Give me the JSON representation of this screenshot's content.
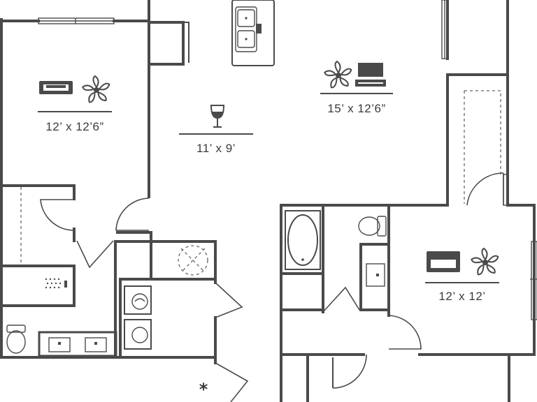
{
  "rooms": [
    {
      "id": "bedroom-1",
      "dims": "12’ x 12’6”",
      "icons": [
        "bed-icon",
        "ceiling-fan-icon"
      ]
    },
    {
      "id": "dining",
      "dims": "11’ x 9’",
      "icons": [
        "wine-glass-icon"
      ]
    },
    {
      "id": "living",
      "dims": "15’ x 12’6”",
      "icons": [
        "ceiling-fan-icon",
        "tv-icon"
      ]
    },
    {
      "id": "bedroom-2",
      "dims": "12’ x 12’",
      "icons": [
        "bed-icon",
        "ceiling-fan-icon"
      ]
    }
  ],
  "entry_marker": "*",
  "colors": {
    "wall": "#4a4a4a",
    "background": "#ffffff"
  }
}
